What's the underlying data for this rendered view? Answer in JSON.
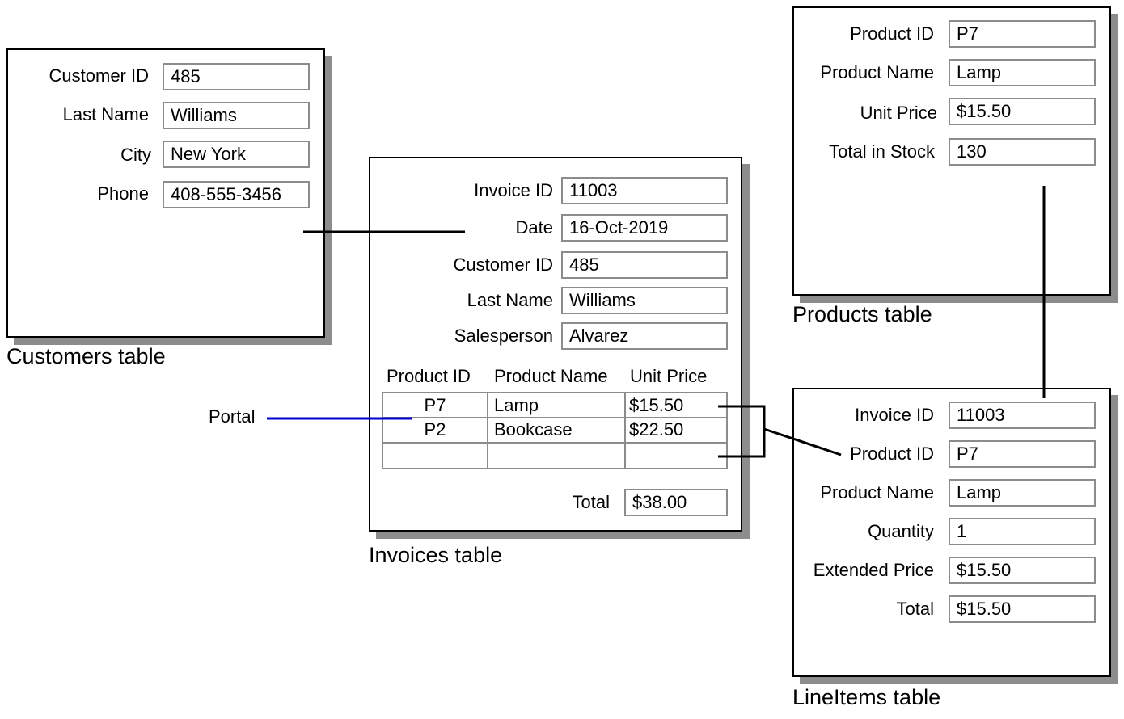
{
  "customers": {
    "caption": "Customers table",
    "fields": [
      {
        "label": "Customer ID",
        "value": "485"
      },
      {
        "label": "Last Name",
        "value": "Williams"
      },
      {
        "label": "City",
        "value": "New York"
      },
      {
        "label": "Phone",
        "value": "408-555-3456"
      }
    ]
  },
  "invoices": {
    "caption": "Invoices table",
    "fields": [
      {
        "label": "Invoice ID",
        "value": "11003"
      },
      {
        "label": "Date",
        "value": "16-Oct-2019"
      },
      {
        "label": "Customer ID",
        "value": "485"
      },
      {
        "label": "Last Name",
        "value": "Williams"
      },
      {
        "label": "Salesperson",
        "value": "Alvarez"
      }
    ],
    "portal": {
      "headers": [
        "Product ID",
        "Product Name",
        "Unit Price"
      ],
      "rows": [
        [
          "P7",
          "Lamp",
          "$15.50"
        ],
        [
          "P2",
          "Bookcase",
          "$22.50"
        ],
        [
          "",
          "",
          ""
        ]
      ]
    },
    "total": {
      "label": "Total",
      "value": "$38.00"
    }
  },
  "products": {
    "caption": "Products table",
    "fields": [
      {
        "label": "Product ID",
        "value": "P7"
      },
      {
        "label": "Product Name",
        "value": "Lamp"
      },
      {
        "label": "Unit Price",
        "value": "$15.50"
      },
      {
        "label": "Total in Stock",
        "value": "130"
      }
    ]
  },
  "lineitems": {
    "caption": "LineItems table",
    "fields": [
      {
        "label": "Invoice ID",
        "value": "11003"
      },
      {
        "label": "Product ID",
        "value": "P7"
      },
      {
        "label": "Product Name",
        "value": "Lamp"
      },
      {
        "label": "Quantity",
        "value": "1"
      },
      {
        "label": "Extended Price",
        "value": "$15.50"
      },
      {
        "label": "Total",
        "value": "$15.50"
      }
    ]
  },
  "annotation": {
    "portal_label": "Portal"
  },
  "colors": {
    "portal_line": "#0000cc",
    "shadow": "#8c8c8c",
    "field_border": "#8c8c8c"
  }
}
